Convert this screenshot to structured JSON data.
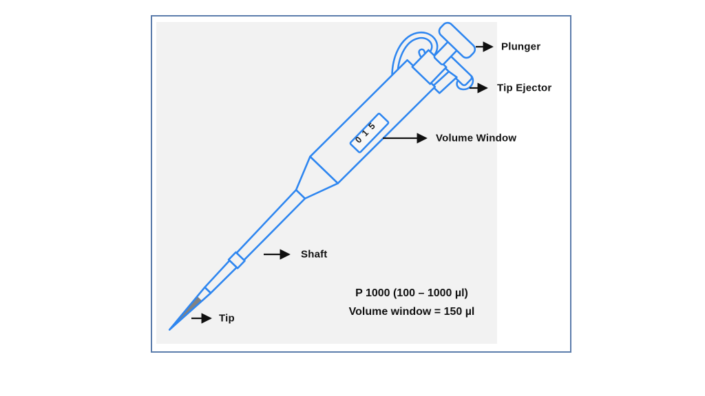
{
  "figure": {
    "type": "labeled-diagram",
    "subject": "micropipette",
    "colors": {
      "outline_blue": "#2e86f0",
      "panel_background": "#f2f2f2",
      "frame_border": "#5b7cab",
      "tip_fill_gray": "#828282",
      "label_text": "#111111",
      "arrow": "#101010"
    },
    "volume_window_value": "0 1 5",
    "labels": {
      "plunger": "Plunger",
      "tip_ejector": "Tip Ejector",
      "volume_window": "Volume Window",
      "shaft": "Shaft",
      "tip": "Tip"
    },
    "caption": {
      "line1": "P 1000 (100 – 1000 µl)",
      "line2": "Volume window = 150 µl"
    }
  }
}
